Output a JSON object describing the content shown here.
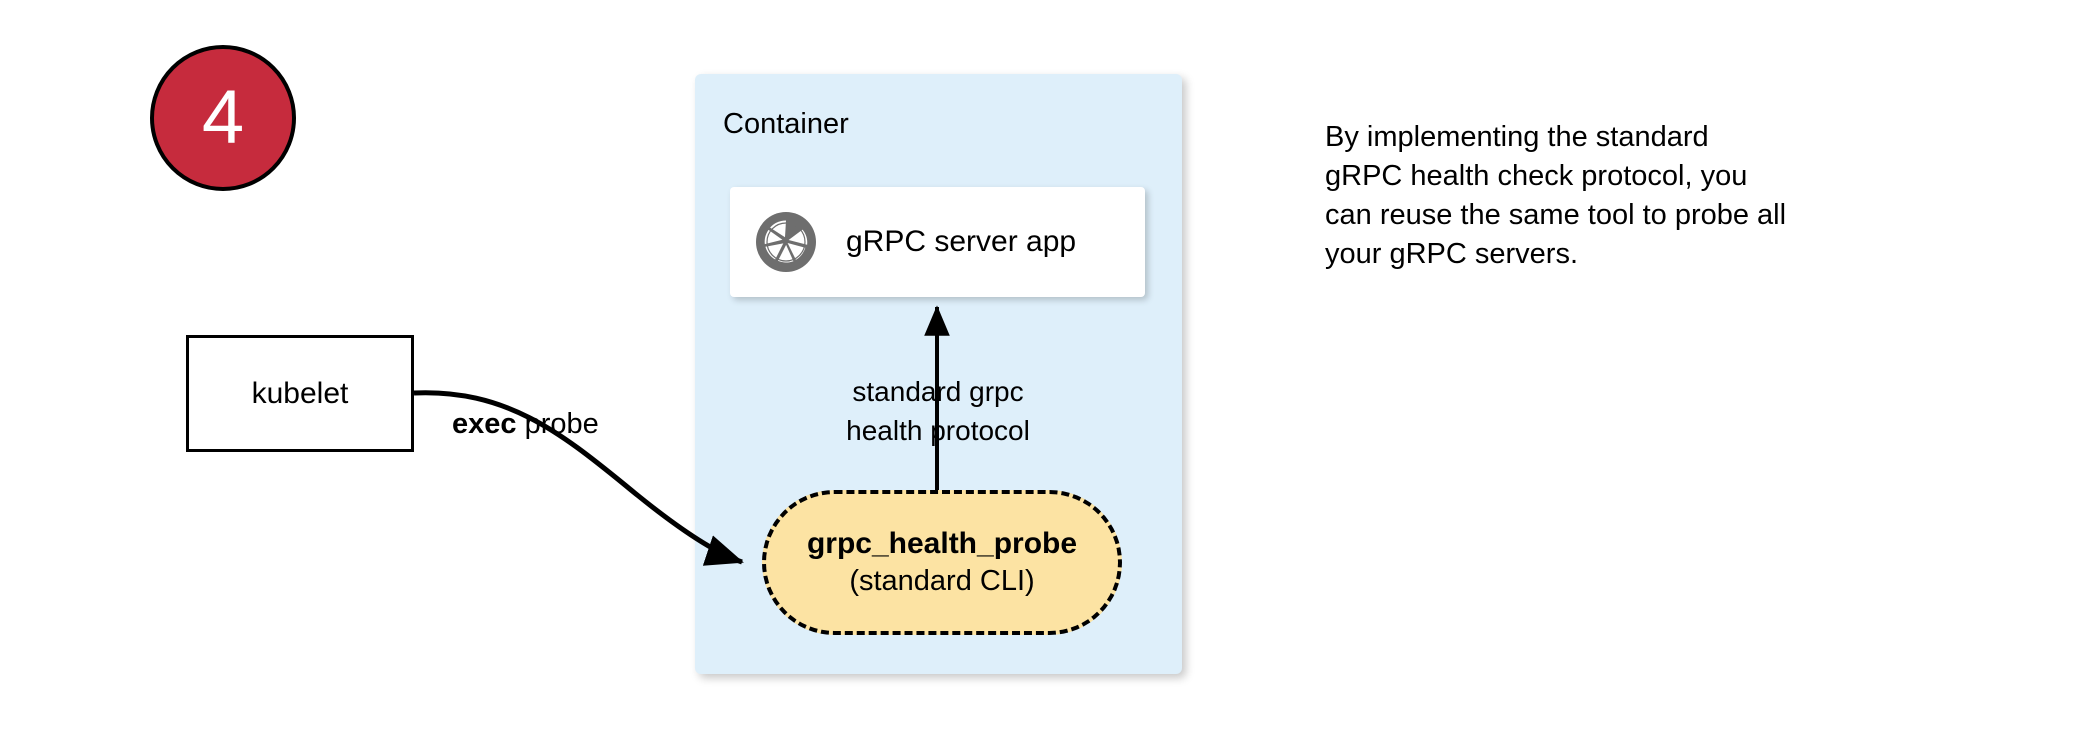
{
  "step": {
    "number": "4"
  },
  "container": {
    "title": "Container"
  },
  "server_card": {
    "icon": "grpc-aperture-icon",
    "label": "gRPC server app"
  },
  "kubelet": {
    "label": "kubelet"
  },
  "exec_probe": {
    "bold_word": "exec",
    "rest": " probe"
  },
  "protocol": {
    "line1": "standard grpc",
    "line2": "health protocol"
  },
  "probe_tool": {
    "title": "grpc_health_probe",
    "subtitle": "(standard CLI)"
  },
  "note": {
    "line1": "By implementing the standard",
    "line2": "gRPC health check protocol, you",
    "line3": "can reuse the same tool to probe all",
    "line4": "your gRPC servers."
  },
  "colors": {
    "badge_red": "#C62B3D",
    "container_blue": "#DEEFFA",
    "probe_yellow": "#FCE3A3",
    "icon_gray": "#6E6E6E",
    "stroke_black": "#000000"
  }
}
